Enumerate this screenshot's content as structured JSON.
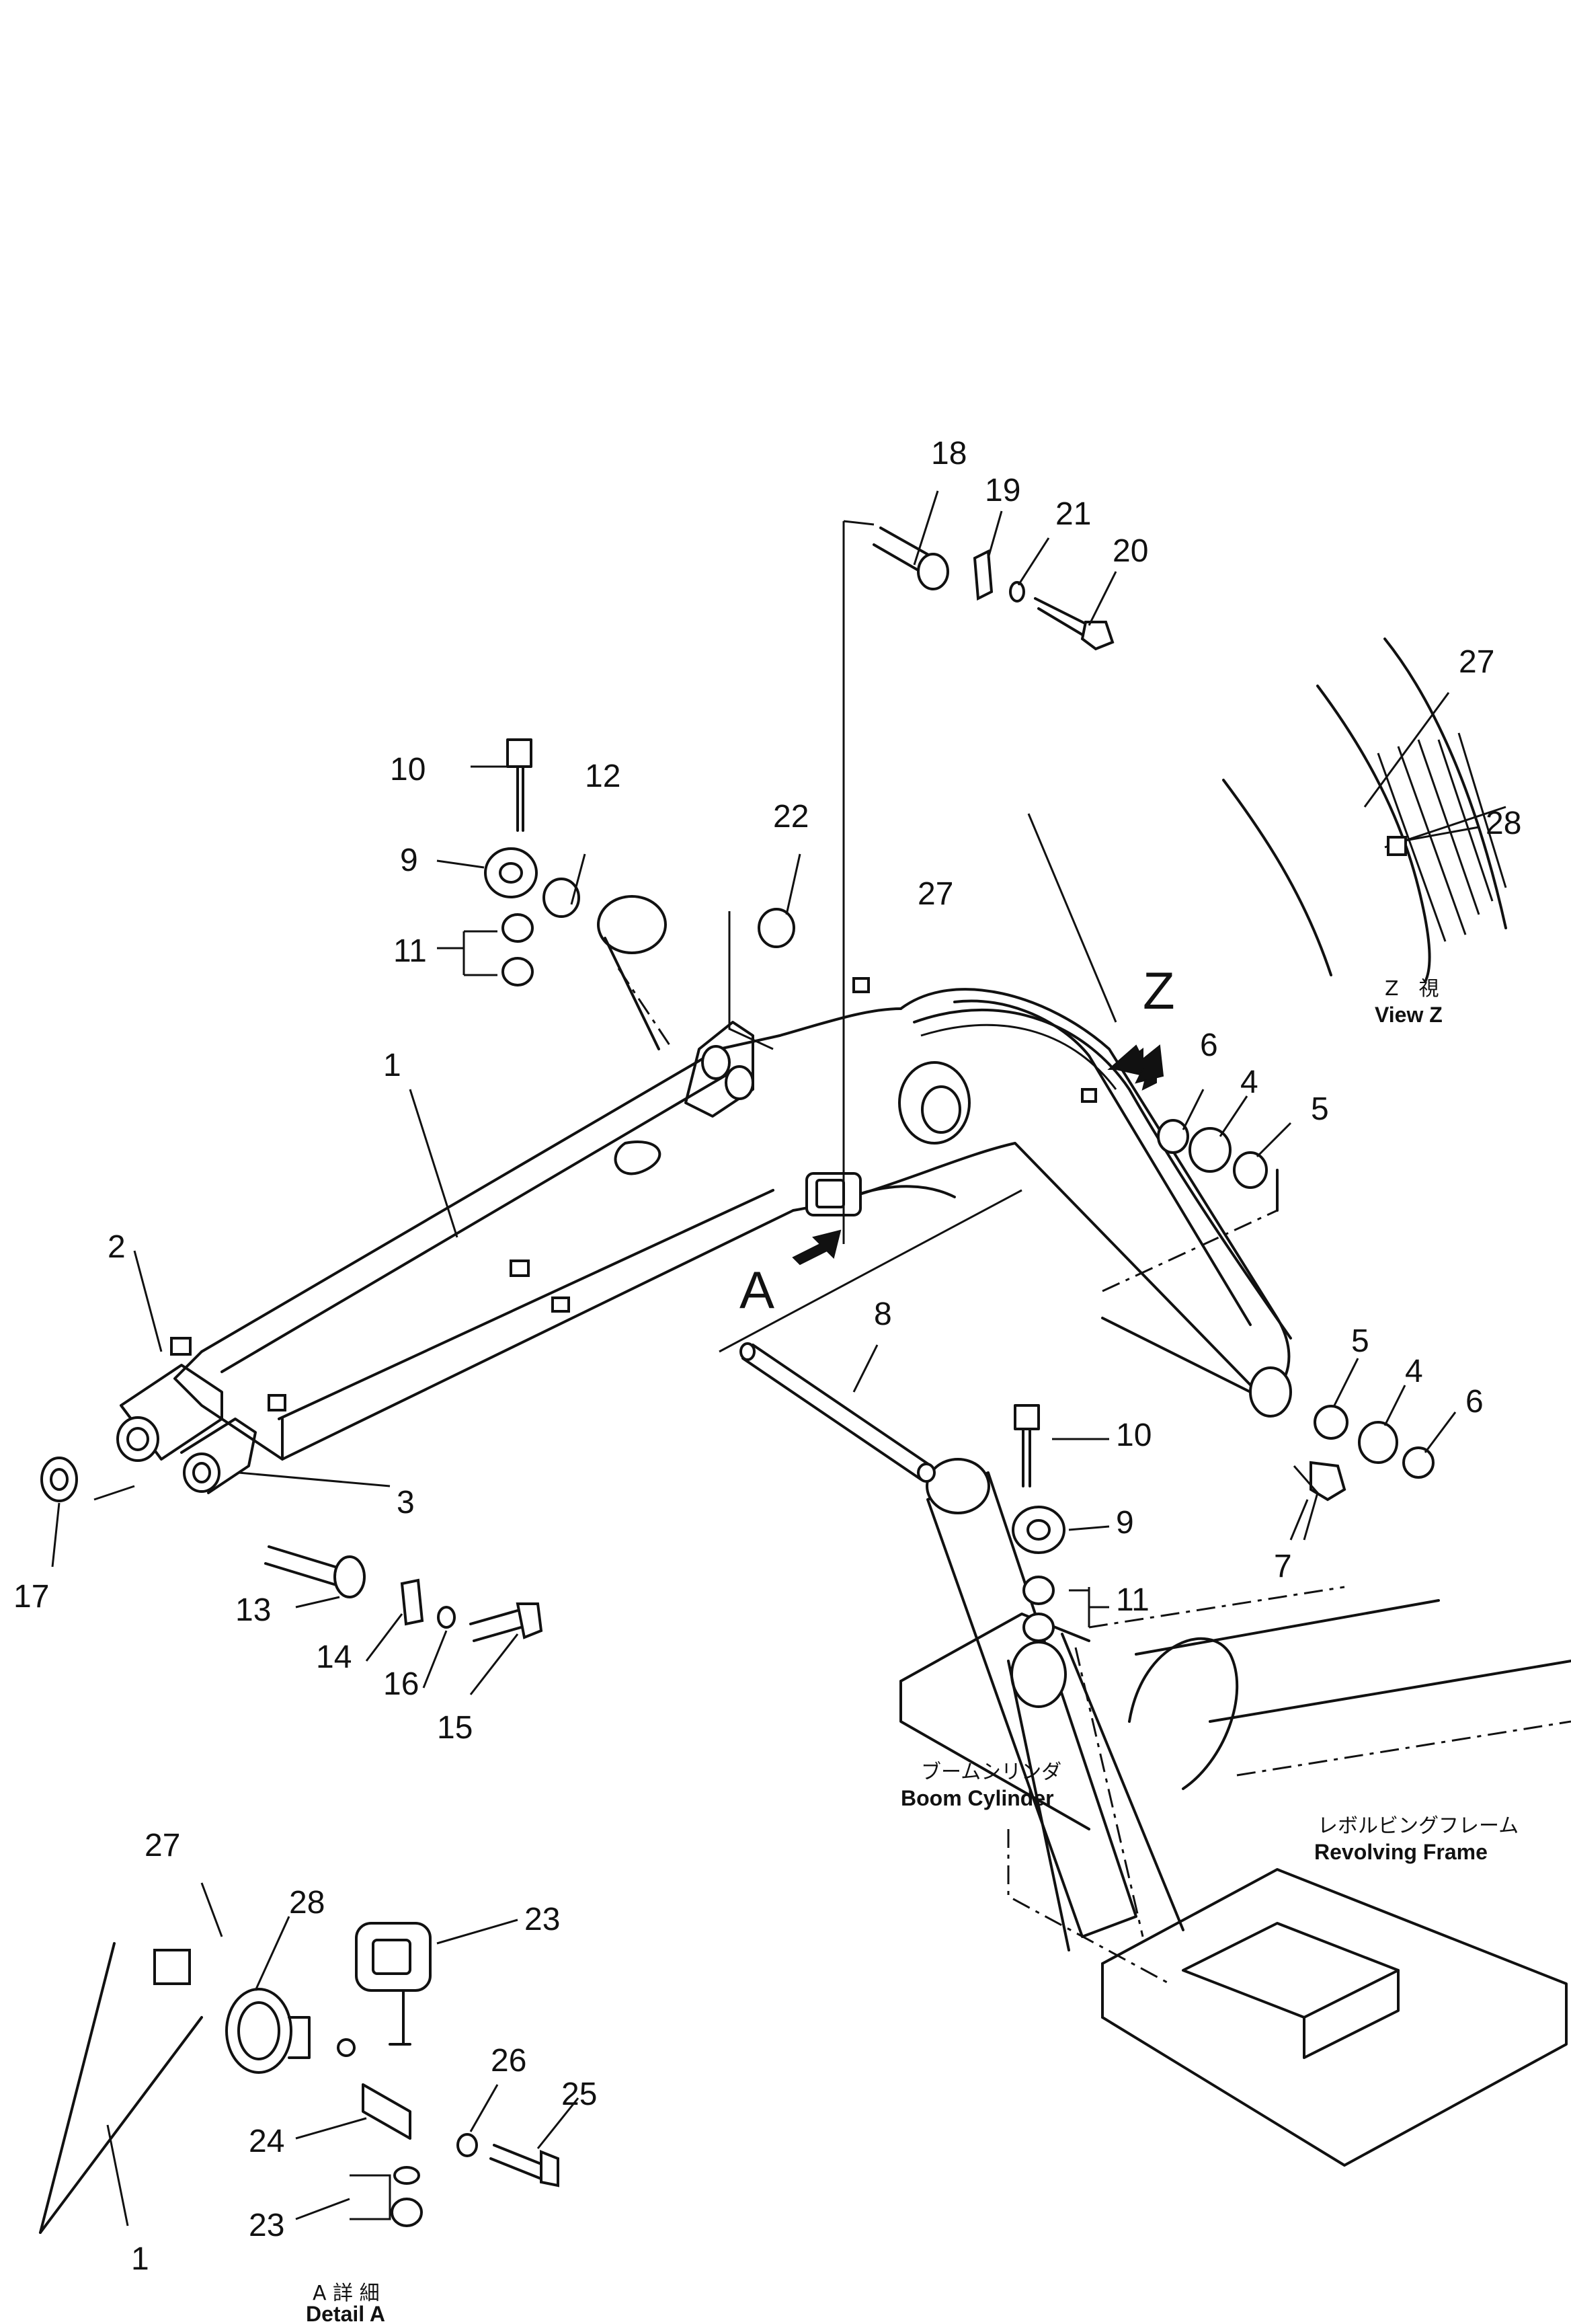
{
  "callouts": {
    "c1": "1",
    "c2": "2",
    "c3": "3",
    "c4a": "4",
    "c4b": "4",
    "c5a": "5",
    "c5b": "5",
    "c6a": "6",
    "c6b": "6",
    "c7": "7",
    "c8": "8",
    "c9a": "9",
    "c9b": "9",
    "c10a": "10",
    "c10b": "10",
    "c11a": "11",
    "c11b": "11",
    "c12": "12",
    "c13": "13",
    "c14": "14",
    "c15": "15",
    "c16": "16",
    "c17": "17",
    "c18": "18",
    "c19": "19",
    "c20": "20",
    "c21": "21",
    "c22": "22",
    "c23a": "23",
    "c23b": "23",
    "c24": "24",
    "c25": "25",
    "c26": "26",
    "c27a": "27",
    "c27b": "27",
    "c27c": "27",
    "c28a": "28",
    "c28b": "28",
    "c1b": "1"
  },
  "markers": {
    "view_letter": "Z",
    "detail_letter": "A"
  },
  "captions": {
    "view_z_jp": "Z　視",
    "view_z_en": "View Z",
    "boom_cylinder_jp": "ブームシリンダ",
    "boom_cylinder_en": "Boom Cylinder",
    "revolving_frame_jp": "レボルビングフレーム",
    "revolving_frame_en": "Revolving Frame",
    "detail_a_jp": "A 詳 細",
    "detail_a_en": "Detail A"
  }
}
